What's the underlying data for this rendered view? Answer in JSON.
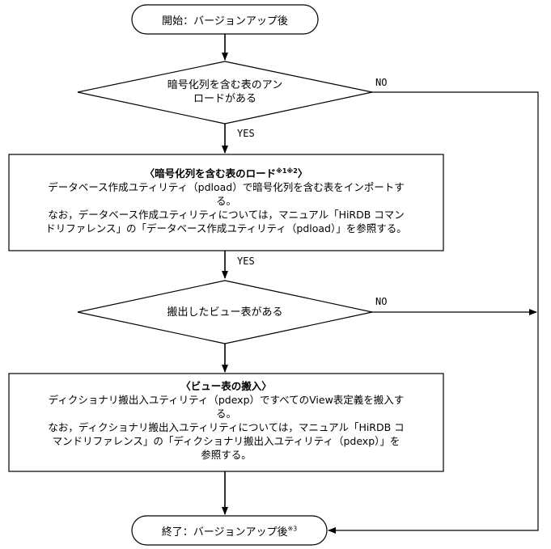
{
  "start": {
    "label": "開始：バージョンアップ後"
  },
  "decision1": {
    "line1": "暗号化列を含む表のアン",
    "line2": "ロードがある",
    "no_label": "NO",
    "yes_label": "YES"
  },
  "process1": {
    "title": "〈暗号化列を含む表のロード",
    "title_sup": "※1※2",
    "title_end": "〉",
    "line1": "データベース作成ユティリティ（pdload）で暗号化列を含む表をインポートす",
    "line2": "る。",
    "line3": "なお，データベース作成ユティリティについては，マニュアル「HiRDB コマン",
    "line4": "ドリファレンス」の「データベース作成ユティリティ（pdload）」を参照する。"
  },
  "connector1": {
    "yes_label": "YES"
  },
  "decision2": {
    "line1": "搬出したビュー表がある",
    "no_label": "NO"
  },
  "process2": {
    "title": "〈ビュー表の搬入〉",
    "line1": "ディクショナリ搬出入ユティリティ（pdexp）ですべてのView表定義を搬入す",
    "line2": "る。",
    "line3": "なお，ディクショナリ搬出入ユティリティについては，マニュアル「HiRDB コ",
    "line4": "マンドリファレンス」の「ディクショナリ搬出入ユティリティ（pdexp）」を",
    "line5": "参照する。"
  },
  "end": {
    "label": "終了：バージョンアップ後",
    "sup": "※3"
  }
}
